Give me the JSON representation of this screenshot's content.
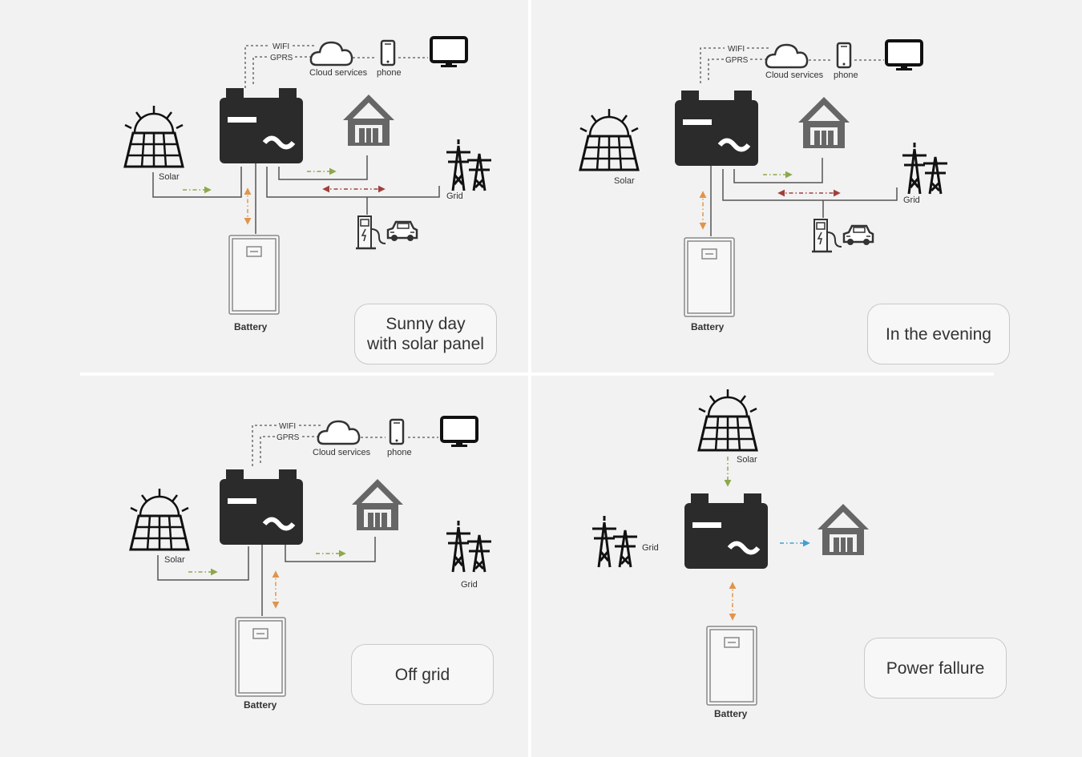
{
  "labels": {
    "wifi": "WIFI",
    "gprs": "GPRS",
    "cloud": "Cloud services",
    "phone": "phone",
    "solar": "Solar",
    "grid": "Grid",
    "battery": "Battery"
  },
  "panels": [
    {
      "caption_line1": "Sunny day",
      "caption_line2": "with solar panel"
    },
    {
      "caption_line1": "In the evening",
      "caption_line2": ""
    },
    {
      "caption_line1": "Off grid",
      "caption_line2": ""
    },
    {
      "caption_line1": "Power fallure",
      "caption_line2": ""
    }
  ],
  "colors": {
    "background": "#f2f2f2",
    "inverter": "#2b2b2b",
    "line": "#555555",
    "flow_green": "#8ca84a",
    "flow_orange": "#e0944a",
    "flow_red": "#a0403c",
    "flow_blue": "#3fa0d0"
  }
}
